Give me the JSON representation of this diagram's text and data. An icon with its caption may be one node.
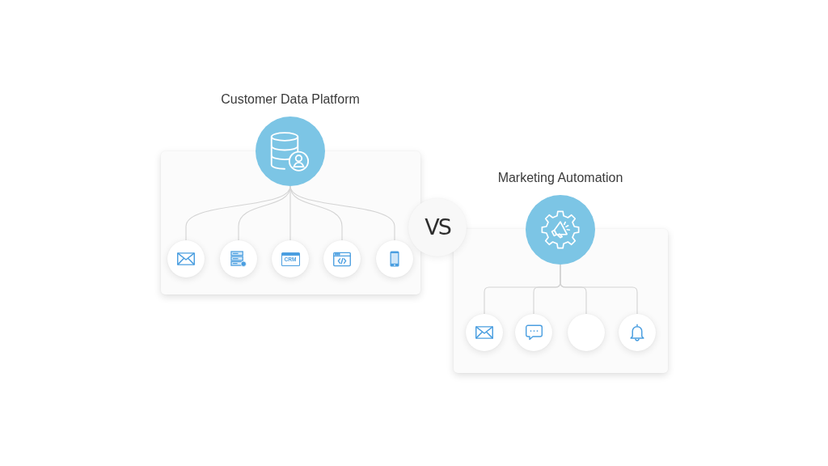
{
  "diagram": {
    "nodes": [
      {
        "text": [],
        "shape": "box"
      },
      {
        "text": [
          "Customer Data Platform"
        ]
      },
      {
        "text": [],
        "shape": "circle",
        "in": 0
      },
      {
        "text": [],
        "shape": "circle",
        "in": 0
      },
      {
        "text": [
          "CRM"
        ],
        "in": 0
      },
      {
        "text": [],
        "shape": "circle",
        "in": 0
      },
      {
        "text": [],
        "shape": "circle",
        "in": 0
      },
      {
        "text": [
          "VS"
        ]
      },
      {
        "text": [],
        "shape": "box"
      },
      {
        "text": [
          "Marketing Automation"
        ]
      },
      {
        "text": [],
        "shape": "circle",
        "in": 8
      },
      {
        "text": [],
        "shape": "circle",
        "in": 8
      },
      {
        "text": [],
        "shape": "circle",
        "in": 8
      },
      {
        "text": [],
        "shape": "circle",
        "in": 8
      }
    ],
    "edges": [
      {
        "from": 1,
        "to": 2,
        "arrow": "none"
      },
      {
        "from": 1,
        "to": 3,
        "arrow": "none"
      },
      {
        "from": 1,
        "to": 4,
        "arrow": "none"
      },
      {
        "from": 1,
        "to": 5,
        "arrow": "none"
      },
      {
        "from": 1,
        "to": 6,
        "arrow": "none"
      },
      {
        "from": 9,
        "to": 10,
        "arrow": "none"
      },
      {
        "from": 9,
        "to": 11,
        "arrow": "none"
      },
      {
        "from": 9,
        "to": 12,
        "arrow": "none"
      },
      {
        "from": 9,
        "to": 13,
        "arrow": "none"
      }
    ]
  }
}
